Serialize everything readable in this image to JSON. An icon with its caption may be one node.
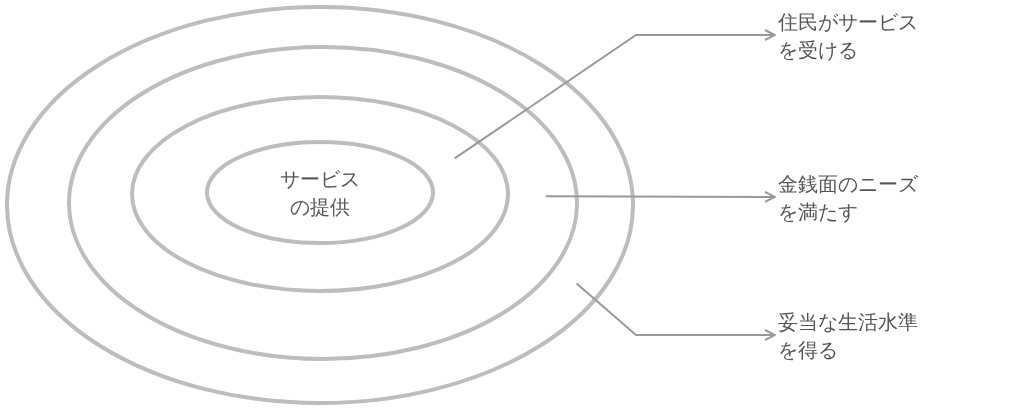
{
  "diagram": {
    "nodes": [
      {
        "text": [],
        "shape": "ellipse"
      },
      {
        "text": [],
        "shape": "ellipse",
        "in": 0
      },
      {
        "text": [],
        "shape": "ellipse",
        "in": 1
      },
      {
        "text": [
          "サービスの提供"
        ],
        "in": 2
      },
      {
        "text": [
          "住民がサービスを受ける"
        ]
      },
      {
        "text": [
          "金銭面のニーズを満たす"
        ]
      },
      {
        "text": [
          "妥当な生活水準を得る"
        ]
      }
    ],
    "edges": [
      {
        "from": 2,
        "to": 4,
        "arrow": "to"
      },
      {
        "from": 1,
        "to": 5,
        "arrow": "to"
      },
      {
        "from": 0,
        "to": 6,
        "arrow": "to"
      }
    ]
  }
}
